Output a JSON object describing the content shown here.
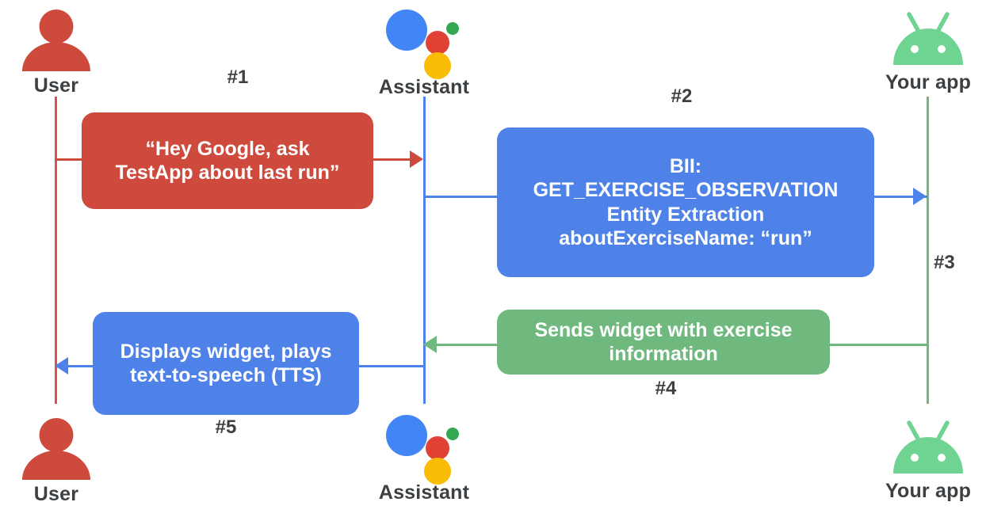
{
  "diagram": {
    "title": "Google Assistant App Actions sequence diagram",
    "colors": {
      "red": "#ce4a3d",
      "blue": "#4e82e8",
      "green": "#6fb87e",
      "text_dark": "#3c4043",
      "background": "#ffffff",
      "assistant_dot_blue": "#4285f4",
      "assistant_dot_red": "#e04134",
      "assistant_dot_green": "#34a853",
      "assistant_dot_yellow": "#fbbc05"
    },
    "actors": [
      {
        "id": "user-top",
        "label": "User",
        "icon": "user-icon",
        "position": "top-left"
      },
      {
        "id": "assistant-top",
        "label": "Assistant",
        "icon": "assistant-icon",
        "position": "top-center"
      },
      {
        "id": "app-top",
        "label": "Your app",
        "icon": "android-icon",
        "position": "top-right"
      },
      {
        "id": "user-bottom",
        "label": "User",
        "icon": "user-icon",
        "position": "bottom-left"
      },
      {
        "id": "assistant-bottom",
        "label": "Assistant",
        "icon": "assistant-icon",
        "position": "bottom-center"
      },
      {
        "id": "app-bottom",
        "label": "Your app",
        "icon": "android-icon",
        "position": "bottom-right"
      }
    ],
    "steps": [
      {
        "number": "#1",
        "message": "“Hey Google, ask\nTestApp about last run”",
        "color": "red",
        "from": "User",
        "to": "Assistant"
      },
      {
        "number": "#2",
        "message": "BII:\nGET_EXERCISE_OBSERVATION\nEntity Extraction\naboutExerciseName: “run”",
        "color": "blue",
        "from": "Assistant",
        "to": "Your app"
      },
      {
        "number": "#3",
        "message": "",
        "color": "blue",
        "from": "Assistant",
        "to": "Your app"
      },
      {
        "number": "#4",
        "message": "Sends widget with exercise\ninformation",
        "color": "green",
        "from": "Your app",
        "to": "Assistant"
      },
      {
        "number": "#5",
        "message": "Displays widget, plays\ntext-to-speech (TTS)",
        "color": "blue",
        "from": "Assistant",
        "to": "User"
      }
    ]
  }
}
